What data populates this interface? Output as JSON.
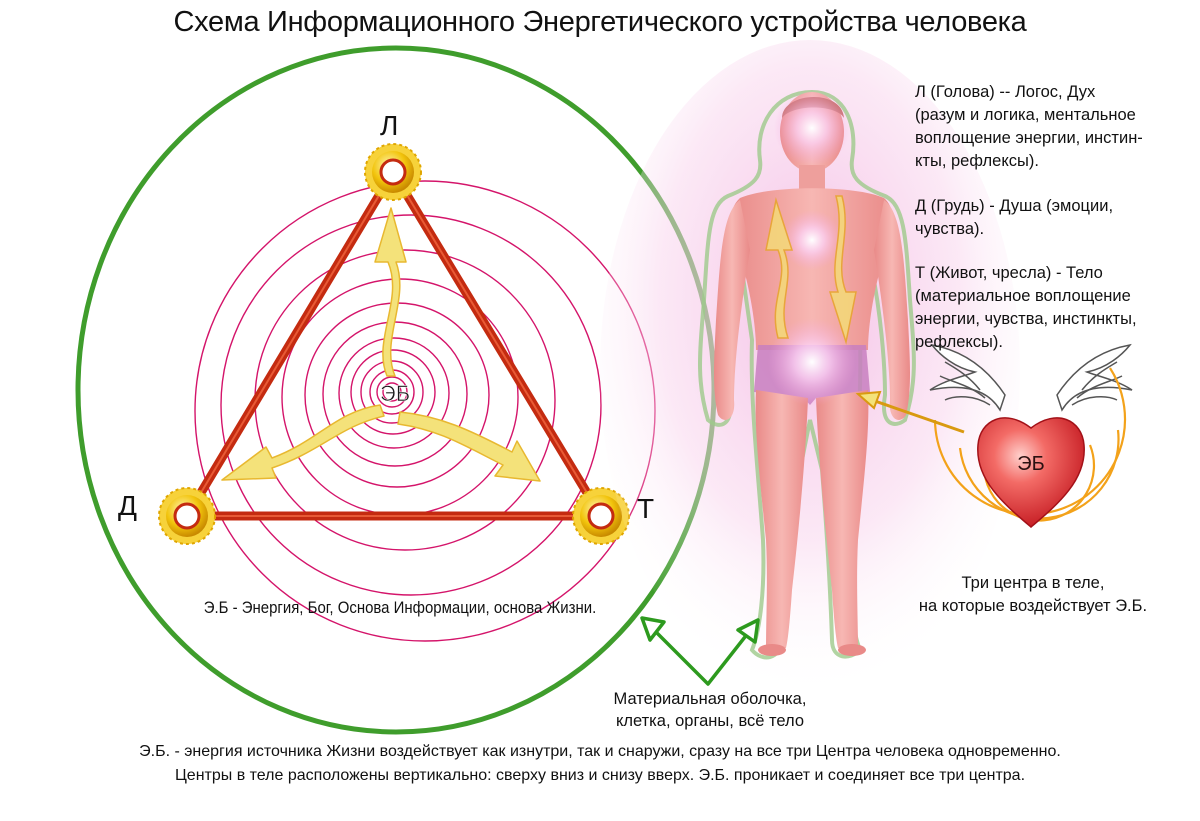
{
  "title": "Схема Информационного Энергетического устройства человека",
  "triangle": {
    "vertex_top": "Л",
    "vertex_left": "Д",
    "vertex_right": "Т",
    "center_label": "ЭБ"
  },
  "eb_caption": "Э.Б - Энергия, Бог, Основа Информации, основа Жизни.",
  "legend": {
    "l": "Л (Голова) -- Логос, Дух\n(разум и логика, ментальное\nвоплощение энергии, инстин-\nкты, рефлексы).",
    "d": "Д  (Грудь) - Душа (эмоции,\nчувства).",
    "t": "Т (Живот, чресла) -  Тело\n(материальное воплощение\nэнергии, чувства, инстинкты,\nрефлексы)."
  },
  "heart_label": "ЭБ",
  "three_centers_caption": "Три центра в теле,\nна которые воздействует Э.Б.",
  "shell_caption": "Материальная оболочка,\nклетка, органы, всё тело",
  "footer": "Э.Б. - энергия источника Жизни воздействует как изнутри, так и снаружи, сразу на все три Центра человека одновременно.\nЦентры в теле расположены вертикально: сверху вниз и снизу вверх. Э.Б. проникает и соединяет все три центра.",
  "colors": {
    "outer_circle": "#3f9d2c",
    "triangle": "#c42b10",
    "spiral": "#d4146a",
    "arrow_fill": "#f4e27a",
    "arrow_stroke": "#e8b830",
    "node_gold": "#f2c40c",
    "heart": "#e02a32",
    "heart_rings": "#f3a21a",
    "green_arrow": "#2d9a1e",
    "body_skin": "#f2a3a0",
    "body_glow": "#f7c6e6"
  }
}
